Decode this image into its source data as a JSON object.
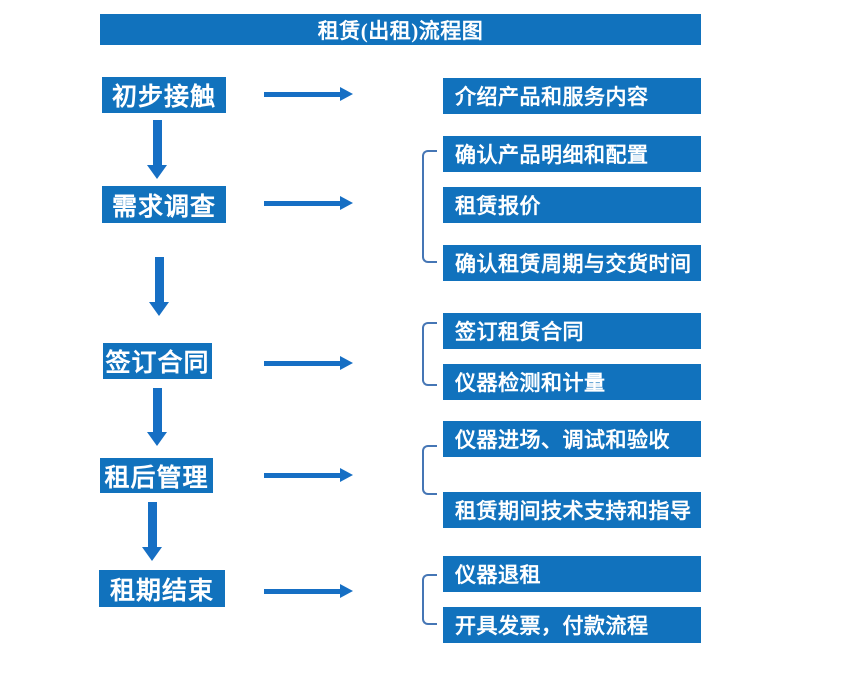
{
  "title": "租赁(出租)流程图",
  "steps": [
    {
      "label": "初步接触"
    },
    {
      "label": "需求调查"
    },
    {
      "label": "签订合同"
    },
    {
      "label": "租后管理"
    },
    {
      "label": "租期结束"
    }
  ],
  "details": [
    {
      "label": "介绍产品和服务内容"
    },
    {
      "label": "确认产品明细和配置"
    },
    {
      "label": "租赁报价"
    },
    {
      "label": "确认租赁周期与交货时间"
    },
    {
      "label": "签订租赁合同"
    },
    {
      "label": "仪器检测和计量"
    },
    {
      "label": "仪器进场、调试和验收"
    },
    {
      "label": "租赁期间技术支持和指导"
    },
    {
      "label": "仪器退租"
    },
    {
      "label": "开具发票，付款流程"
    }
  ],
  "colors": {
    "box_blue": "#1172bd",
    "arrow_blue": "#166fc4",
    "bracket_blue": "#4576b5",
    "text_white": "#ffffff",
    "background": "#ffffff"
  }
}
